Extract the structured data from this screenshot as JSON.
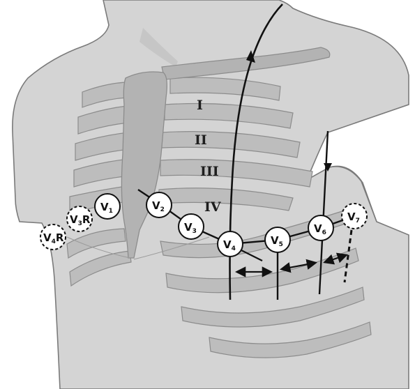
{
  "diagram": {
    "rib_labels": [
      "I",
      "II",
      "III",
      "IV"
    ],
    "leads": [
      {
        "id": "V4R",
        "letter": "V",
        "sub": "4",
        "suffix": "R",
        "style": "dashed"
      },
      {
        "id": "V3R",
        "letter": "V",
        "sub": "3",
        "suffix": "R",
        "style": "dashed"
      },
      {
        "id": "V1",
        "letter": "V",
        "sub": "1",
        "suffix": "",
        "style": "solid"
      },
      {
        "id": "V2",
        "letter": "V",
        "sub": "2",
        "suffix": "",
        "style": "solid"
      },
      {
        "id": "V3",
        "letter": "V",
        "sub": "3",
        "suffix": "",
        "style": "solid"
      },
      {
        "id": "V4",
        "letter": "V",
        "sub": "4",
        "suffix": "",
        "style": "solid"
      },
      {
        "id": "V5",
        "letter": "V",
        "sub": "5",
        "suffix": "",
        "style": "solid"
      },
      {
        "id": "V6",
        "letter": "V",
        "sub": "6",
        "suffix": "",
        "style": "solid"
      },
      {
        "id": "V7",
        "letter": "V",
        "sub": "7",
        "suffix": "",
        "style": "dashed"
      }
    ],
    "colors": {
      "skin": "#d4d4d4",
      "rib": "#bdbdbd",
      "rib_edge": "#8c8c8c",
      "sternum": "#b3b3b3",
      "outline": "#7a7a7a",
      "line": "#111111",
      "electrode_fill": "#ffffff"
    }
  }
}
